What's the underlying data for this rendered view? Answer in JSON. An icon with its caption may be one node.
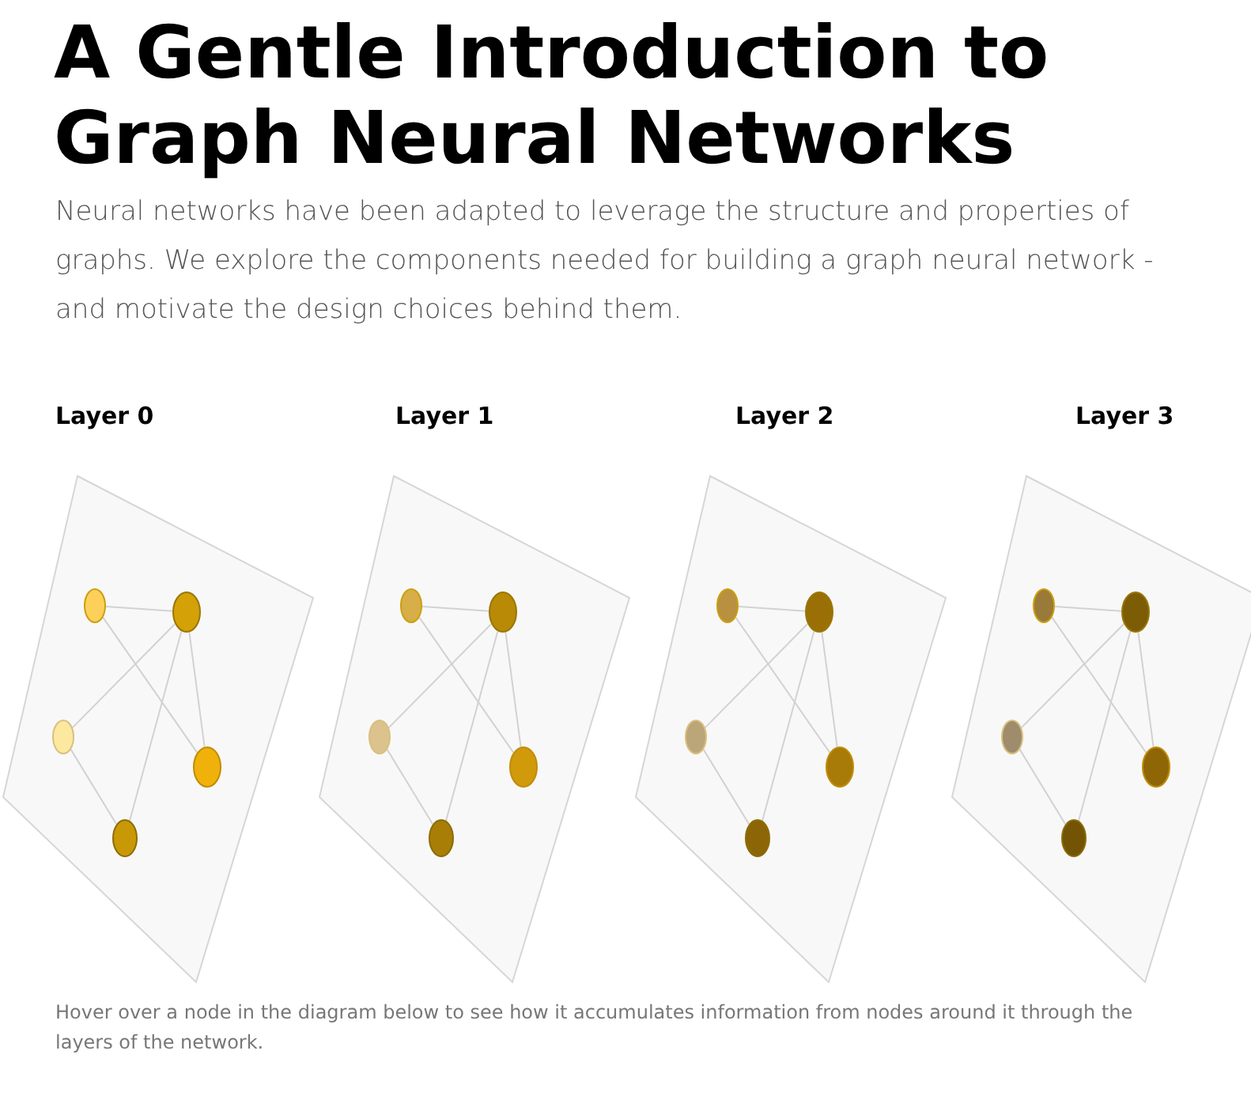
{
  "diagram": {
    "title": "A Gentle Introduction to Graph Neural Networks",
    "nodes": [
      {
        "text": [
          "Layer 0"
        ]
      },
      {
        "text": [],
        "shape": "circle",
        "in": 0
      },
      {
        "text": [],
        "shape": "circle",
        "in": 0
      },
      {
        "text": [],
        "shape": "circle",
        "in": 0
      },
      {
        "text": [],
        "shape": "circle",
        "in": 0
      },
      {
        "text": [],
        "shape": "circle",
        "in": 0
      },
      {
        "text": [
          "Layer 1"
        ]
      },
      {
        "text": [],
        "shape": "circle",
        "in": 6
      },
      {
        "text": [],
        "shape": "circle",
        "in": 6
      },
      {
        "text": [],
        "shape": "circle",
        "in": 6
      },
      {
        "text": [],
        "shape": "circle",
        "in": 6
      },
      {
        "text": [],
        "shape": "circle",
        "in": 6
      },
      {
        "text": [
          "Layer 2"
        ]
      },
      {
        "text": [],
        "shape": "circle",
        "in": 12
      },
      {
        "text": [],
        "shape": "circle",
        "in": 12
      },
      {
        "text": [],
        "shape": "circle",
        "in": 12
      },
      {
        "text": [],
        "shape": "circle",
        "in": 12
      },
      {
        "text": [],
        "shape": "circle",
        "in": 12
      },
      {
        "text": [
          "Layer 3"
        ]
      },
      {
        "text": [],
        "shape": "circle",
        "in": 18
      },
      {
        "text": [],
        "shape": "circle",
        "in": 18
      },
      {
        "text": [],
        "shape": "circle",
        "in": 18
      },
      {
        "text": [],
        "shape": "circle",
        "in": 18
      },
      {
        "text": [],
        "shape": "circle",
        "in": 18
      }
    ],
    "edges": [
      {
        "from": 1,
        "to": 2,
        "arrow": "none"
      },
      {
        "from": 1,
        "to": 4,
        "arrow": "none"
      },
      {
        "from": 2,
        "to": 3,
        "arrow": "none"
      },
      {
        "from": 2,
        "to": 5,
        "arrow": "none"
      },
      {
        "from": 2,
        "to": 4,
        "arrow": "none"
      },
      {
        "from": 3,
        "to": 5,
        "arrow": "none"
      },
      {
        "from": 7,
        "to": 8,
        "arrow": "none"
      },
      {
        "from": 7,
        "to": 10,
        "arrow": "none"
      },
      {
        "from": 8,
        "to": 9,
        "arrow": "none"
      },
      {
        "from": 8,
        "to": 11,
        "arrow": "none"
      },
      {
        "from": 8,
        "to": 10,
        "arrow": "none"
      },
      {
        "from": 9,
        "to": 11,
        "arrow": "none"
      },
      {
        "from": 13,
        "to": 14,
        "arrow": "none"
      },
      {
        "from": 13,
        "to": 16,
        "arrow": "none"
      },
      {
        "from": 14,
        "to": 15,
        "arrow": "none"
      },
      {
        "from": 14,
        "to": 17,
        "arrow": "none"
      },
      {
        "from": 14,
        "to": 16,
        "arrow": "none"
      },
      {
        "from": 15,
        "to": 17,
        "arrow": "none"
      },
      {
        "from": 19,
        "to": 20,
        "arrow": "none"
      },
      {
        "from": 19,
        "to": 22,
        "arrow": "none"
      },
      {
        "from": 20,
        "to": 21,
        "arrow": "none"
      },
      {
        "from": 20,
        "to": 23,
        "arrow": "none"
      },
      {
        "from": 20,
        "to": 22,
        "arrow": "none"
      },
      {
        "from": 21,
        "to": 23,
        "arrow": "none"
      }
    ],
    "labels": [
      "Neural networks have been adapted to leverage the structure and properties of graphs. We explore the components needed for building a graph neural network - and motivate the design choices behind them.",
      "Hover over a node in the diagram below to see how it accumulates information from nodes around it through the layers of the network."
    ]
  }
}
